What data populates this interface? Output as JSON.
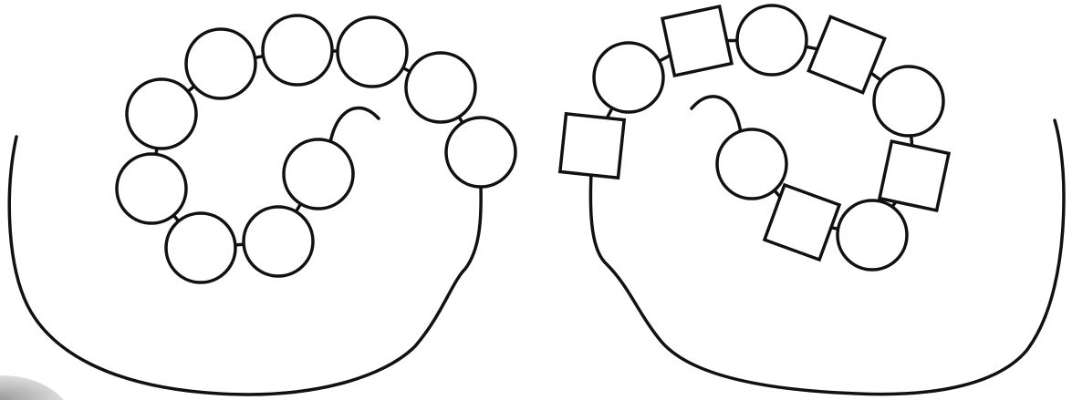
{
  "diagram": {
    "panels": [
      {
        "name": "left-panel",
        "bead_sequence": [
          "circle",
          "circle",
          "circle",
          "circle",
          "circle",
          "circle",
          "circle",
          "circle",
          "circle",
          "circle"
        ]
      },
      {
        "name": "right-panel",
        "bead_sequence": [
          "square",
          "circle",
          "square",
          "circle",
          "square",
          "circle",
          "square",
          "circle",
          "square",
          "circle"
        ]
      }
    ],
    "colors": {
      "stroke": "#111111",
      "fill": "#ffffff",
      "background": "#ffffff",
      "corner-shade": "#b5b5b5"
    }
  }
}
